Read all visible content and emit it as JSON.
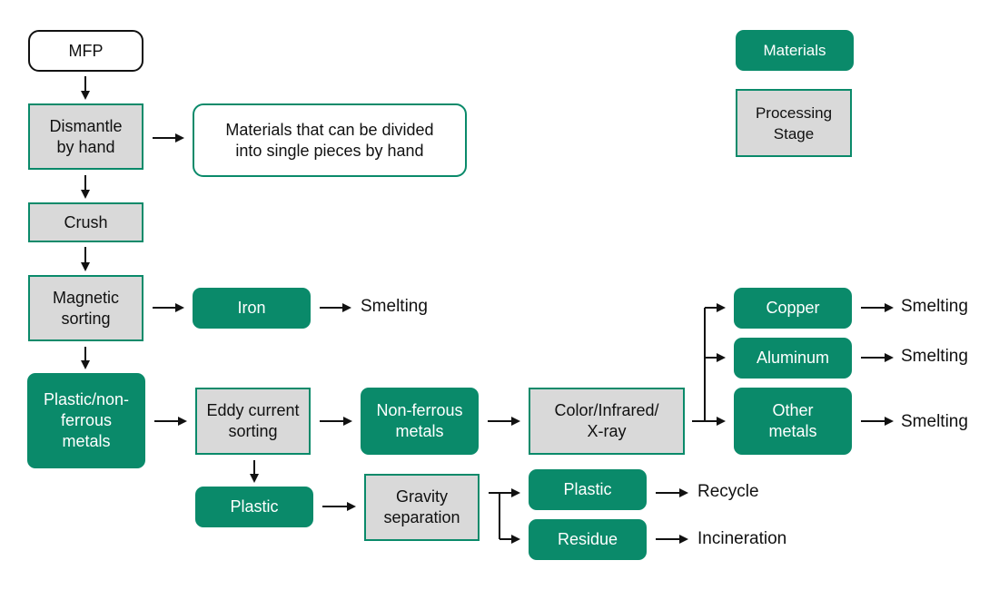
{
  "legend": {
    "materials": "Materials",
    "processing_stage": "Processing\nStage"
  },
  "nodes": {
    "mfp": "MFP",
    "dismantle": "Dismantle\nby hand",
    "divided_materials": "Materials that can be divided\ninto single pieces by hand",
    "crush": "Crush",
    "magnetic": "Magnetic\nsorting",
    "iron": "Iron",
    "plastic_nonferrous": "Plastic/non-\nferrous\nmetals",
    "eddy": "Eddy current\nsorting",
    "nonferrous": "Non-ferrous\nmetals",
    "color_ir_xray": "Color/Infrared/\nX-ray",
    "copper": "Copper",
    "aluminum": "Aluminum",
    "other_metals": "Other\nmetals",
    "plastic_1": "Plastic",
    "gravity": "Gravity\nseparation",
    "plastic_2": "Plastic",
    "residue": "Residue"
  },
  "outcomes": {
    "iron_smelting": "Smelting",
    "copper_smelting": "Smelting",
    "aluminum_smelting": "Smelting",
    "other_smelting": "Smelting",
    "recycle": "Recycle",
    "incineration": "Incineration"
  },
  "colors": {
    "material_fill": "#0a8a6a",
    "stage_fill": "#d9d9d9",
    "stage_border": "#0a8a6a",
    "arrow": "#111111"
  }
}
